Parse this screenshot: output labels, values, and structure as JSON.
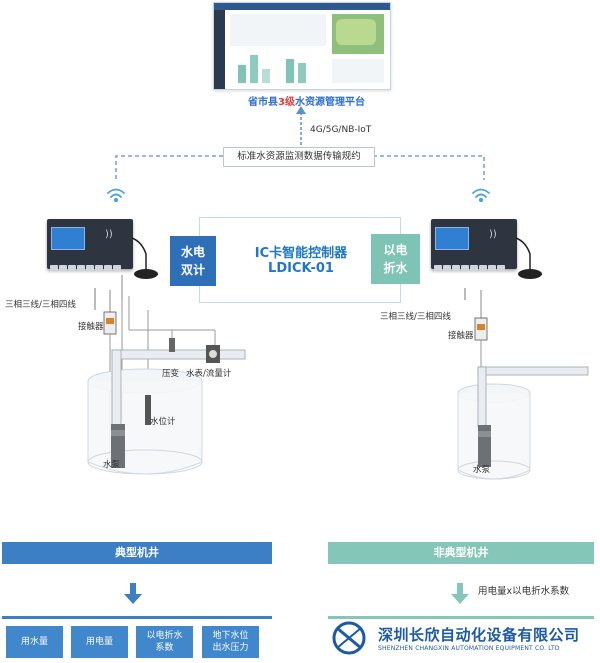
{
  "platform": {
    "title_prefix": "省市县",
    "title_highlight": "3级",
    "title_suffix": "水资源管理平台"
  },
  "network": {
    "label": "4G/5G/NB-IoT",
    "protocol_box": "标准水资源监测数据传输规约"
  },
  "device": {
    "name_line1": "IC卡智能控制器",
    "name_line2": "LDICK-01",
    "left_tag": "水电\n双计",
    "right_tag": "以电\n折水"
  },
  "left_well": {
    "labels": {
      "wiring": "三相三线/三相四线",
      "contactor": "接触器",
      "pressure": "压变",
      "meter": "水表/流量计",
      "level": "水位计",
      "pump": "水泵"
    }
  },
  "right_well": {
    "labels": {
      "wiring": "三相三线/三相四线",
      "contactor": "接触器",
      "pump": "水泵"
    }
  },
  "bottom": {
    "typical_title": "典型机井",
    "atypical_title": "非典型机井",
    "typical_items": [
      "用水量",
      "用电量",
      "以电折水\n系数",
      "地下水位\n出水压力"
    ],
    "atypical_formula": "用电量x以电折水系数"
  },
  "company": {
    "name_cn": "深圳长欣自动化设备有限公司",
    "name_en": "SHENZHEN CHANGXIN AUTOMATION EQUIPMENT CO. LTD"
  },
  "colors": {
    "blue": "#3d7fc4",
    "green": "#84c7b8",
    "title_blue": "#2e6fd0",
    "highlight_red": "#e03c3c",
    "company_blue": "#1d5aa4"
  }
}
